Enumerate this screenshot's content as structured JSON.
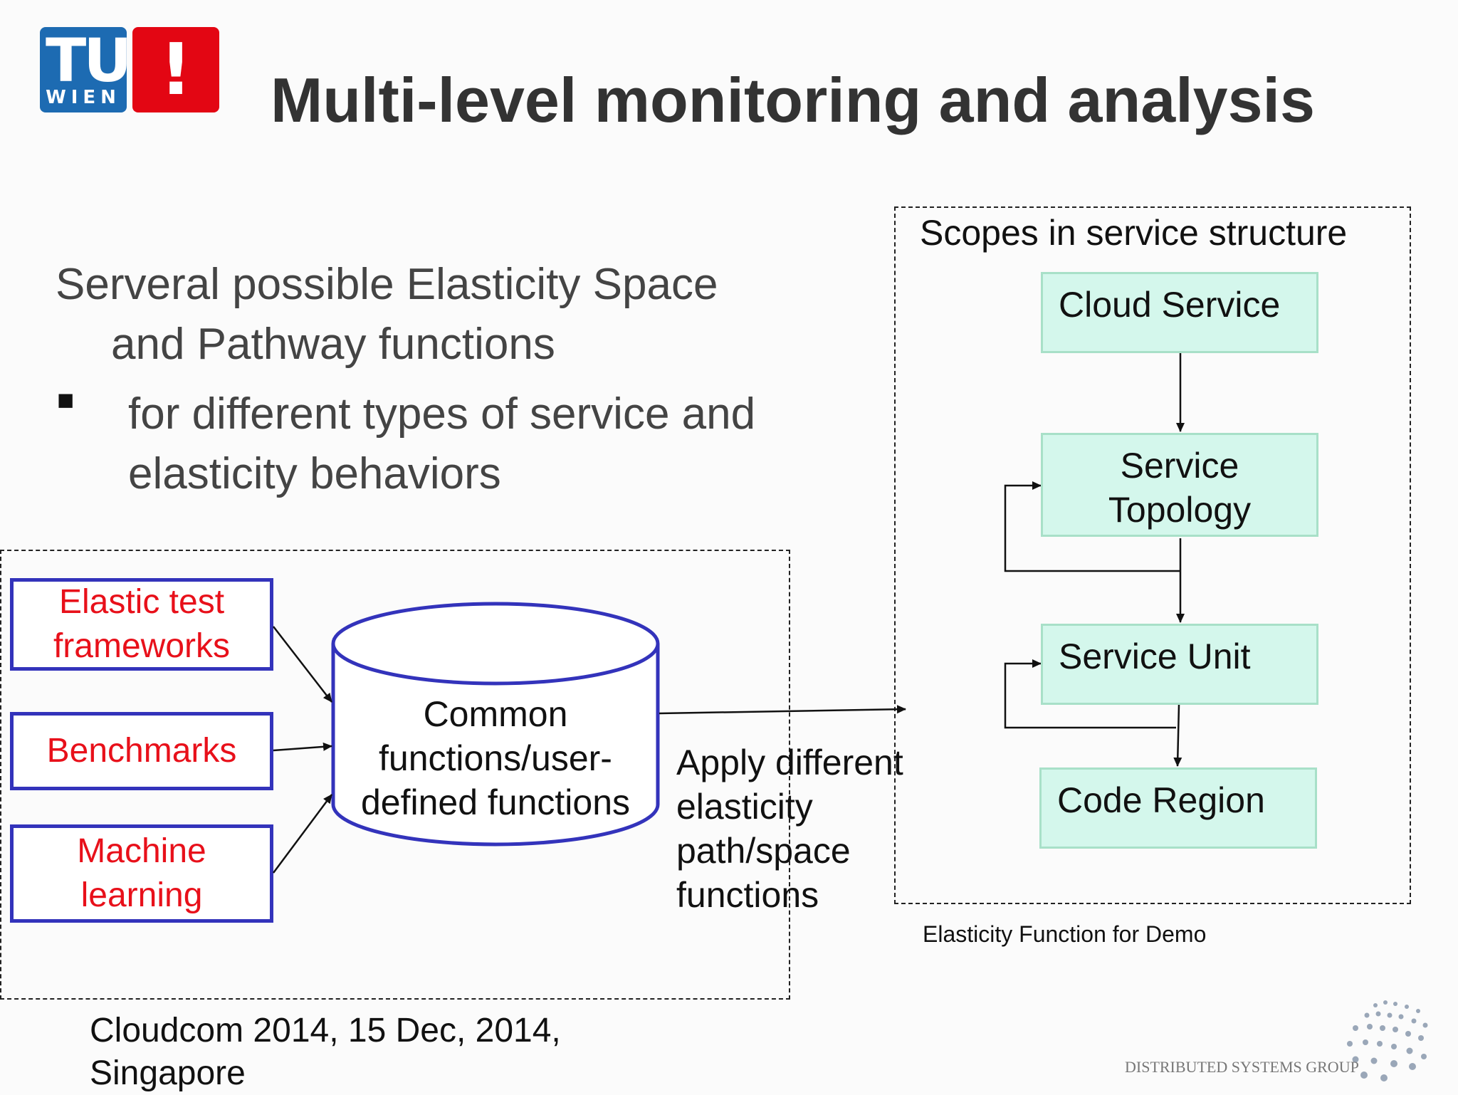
{
  "logo": {
    "tu_text": "TU",
    "wien_text": "WIEN",
    "exclaim": "!"
  },
  "title": "Multi-level monitoring and analysis",
  "intro": {
    "line1": "Serveral possible Elasticity Space",
    "line2": "and Pathway functions"
  },
  "bullet": {
    "marker": "■",
    "line1": "for different types of service and",
    "line2": "elasticity behaviors"
  },
  "sources": [
    {
      "line1": "Elastic test",
      "line2": "frameworks"
    },
    {
      "line1": "Benchmarks",
      "line2": ""
    },
    {
      "line1": "Machine",
      "line2": "learning"
    }
  ],
  "cylinder": {
    "line1": "Common",
    "line2": "functions/user-",
    "line3": "defined functions"
  },
  "apply": {
    "line1": "Apply different",
    "line2": "elasticity",
    "line3": "path/space",
    "line4": "functions"
  },
  "scopes": {
    "heading": "Scopes in service structure",
    "levels": [
      "Cloud Service",
      "Service Topology",
      "Service Unit",
      "Code Region"
    ],
    "topology_line1": "Service",
    "topology_line2": "Topology"
  },
  "caption": "Elasticity Function for Demo",
  "footer": {
    "line1": "Cloudcom 2014, 15 Dec, 2014,",
    "line2": "Singapore"
  },
  "group_logo": "DISTRIBUTED SYSTEMS GROUP",
  "colors": {
    "source_border": "#3333bb",
    "source_text": "#e8101a",
    "scope_fill": "#d4f7ec",
    "scope_border": "#a8e0c8",
    "tu_blue": "#1d6bb2",
    "tu_red": "#e30613"
  }
}
